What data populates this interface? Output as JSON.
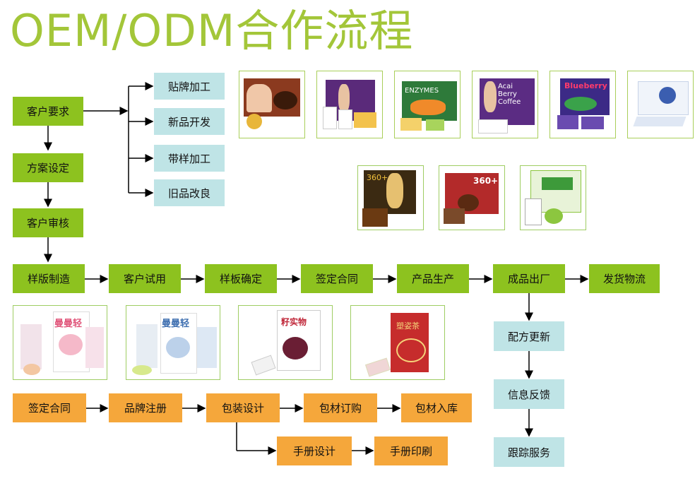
{
  "title": "OEM/ODM合作流程",
  "left_column": {
    "step1": "客户要求",
    "step2": "方案设定",
    "step3": "客户审核"
  },
  "branch_options": [
    "贴牌加工",
    "新品开发",
    "带样加工",
    "旧品改良"
  ],
  "main_flow": [
    "样版制造",
    "客户试用",
    "样板确定",
    "签定合同",
    "产品生产",
    "成品出厂",
    "发货物流"
  ],
  "followup_flow": [
    "配方更新",
    "信息反馈",
    "跟踪服务"
  ],
  "packaging_flow": [
    "签定合同",
    "品牌注册",
    "包装设计",
    "包材订购",
    "包材入库"
  ],
  "manual_flow": [
    "手册设计",
    "手册印刷"
  ],
  "product_labels": {
    "acai": "Acai Berry Coffee",
    "blueberry": "Blueberry",
    "enzymes": "ENZYMES",
    "slim360": "360+",
    "brand_a": "曼曼轻",
    "brand_b": "曼曼轻",
    "pack_c": "籽实物",
    "pack_d": "塑姿茶"
  },
  "colors": {
    "title": "#a3c639",
    "green_box": "#8dc21f",
    "blue_box": "#bfe4e6",
    "orange_box": "#f5a73b"
  }
}
